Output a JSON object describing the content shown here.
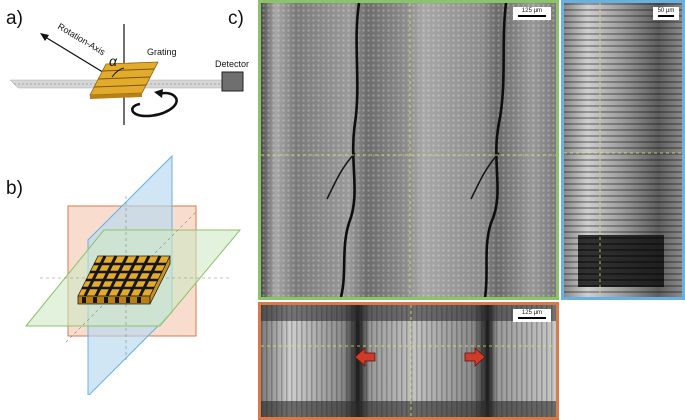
{
  "panels": {
    "a": {
      "letter": "a)",
      "rotation_axis_label": "Rotation-Axis",
      "alpha_symbol": "α",
      "grating_label": "Grating",
      "detector_label": "Detector"
    },
    "b": {
      "letter": "b)"
    },
    "c": {
      "letter": "c)"
    }
  },
  "scale_bars": {
    "top_left": "125 µm",
    "top_right": "50 µm",
    "bottom": "125 µm"
  },
  "colors": {
    "green_frame": "#8cc268",
    "blue_frame": "#6ab0df",
    "orange_frame": "#d8794a",
    "crosshair": "#e4e468",
    "arrow": "#d03a28",
    "grating_gold": "#e2ab2c",
    "plane_blue": "#b7d8ef",
    "plane_green": "#cfeac5",
    "plane_orange": "#f6d2bf"
  }
}
